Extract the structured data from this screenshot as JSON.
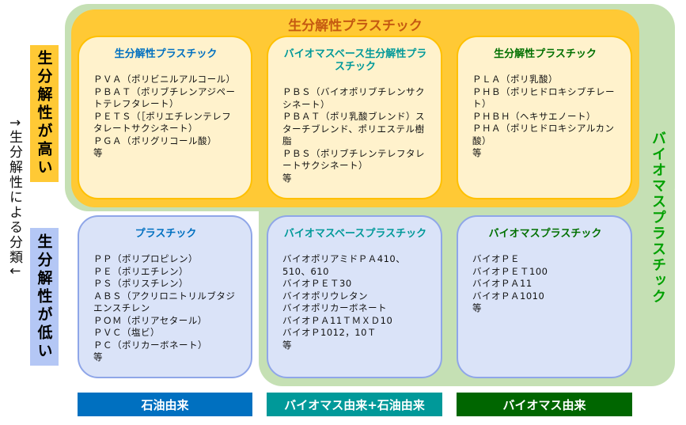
{
  "biomass_label": "バイオマスプラスチック",
  "biodeg_title": "生分解性プラスチック",
  "axis_label": "↑生分解性による分類↓",
  "high_label": "生分解性が高い",
  "low_label": "生分解性が低い",
  "boxes_top": [
    {
      "title": "生分解性プラスチック",
      "color": "#0070c0",
      "items": [
        "ＰＶＡ（ポリビニルアルコール）",
        "ＰＢＡＴ（ポリブチレンアジペートテレフタレート）",
        "ＰＥＴＳ（［ポリエチレンテレフタレートサクシネート）",
        "ＰＧＡ（ポリグリコール酸）",
        "等"
      ]
    },
    {
      "title": "バイオマスベース生分解性プラスチック",
      "color": "#009999",
      "items": [
        "ＰＢＳ（バイオポリブチレンサクシネート）",
        "ＰＢＡＴ（ポリ乳酸ブレンド）スターチブレンド、ポリエステル樹脂",
        "ＰＢＳ（ポリブチレンテレフタレートサクシネート）",
        "等"
      ]
    },
    {
      "title": "生分解性プラスチック",
      "color": "#007000",
      "items": [
        "ＰＬＡ（ポリ乳酸）",
        "ＰＨＢ（ポリヒドロキシブチレート）",
        "ＰＨＢＨ（ヘキサエノート）",
        "ＰＨＡ（ポリヒドロキシアルカン酸）",
        "等"
      ]
    }
  ],
  "boxes_bottom": [
    {
      "title": "プラスチック",
      "color": "#0070c0",
      "items": [
        "ＰＰ（ポリプロピレン）",
        "ＰＥ（ポリエチレン）",
        "ＰＳ（ポリスチレン）",
        "ＡＢＳ（アクリロニトリルブタジエンスチレン",
        "ＰＯＭ（ポリアセタール）",
        "ＰＶＣ（塩ビ）",
        "ＰＣ（ポリカーボネート）",
        "等"
      ]
    },
    {
      "title": "バイオマスベースプラスチック",
      "color": "#009999",
      "items": [
        "バイオポリアミドＰＡ410、510、610",
        "バイオＰＥＴ30",
        "バイオポリウレタン",
        "バイオポリカーボネート",
        "バイオＰＡ11ＴＭＸＤ10",
        "バイオＰ1012，10Ｔ",
        "等"
      ]
    },
    {
      "title": "バイオマスプラスチック",
      "color": "#007000",
      "items": [
        "バイオＰＥ",
        "バイオＰＥＴ100",
        "バイオＰＡ11",
        "バイオＰＡ1010",
        "等"
      ]
    }
  ],
  "bars": [
    {
      "label": "石油由来",
      "color": "#0070c0"
    },
    {
      "label": "バイオマス由来+石油由来",
      "color": "#009999"
    },
    {
      "label": "バイオマス由来",
      "color": "#006600"
    }
  ]
}
